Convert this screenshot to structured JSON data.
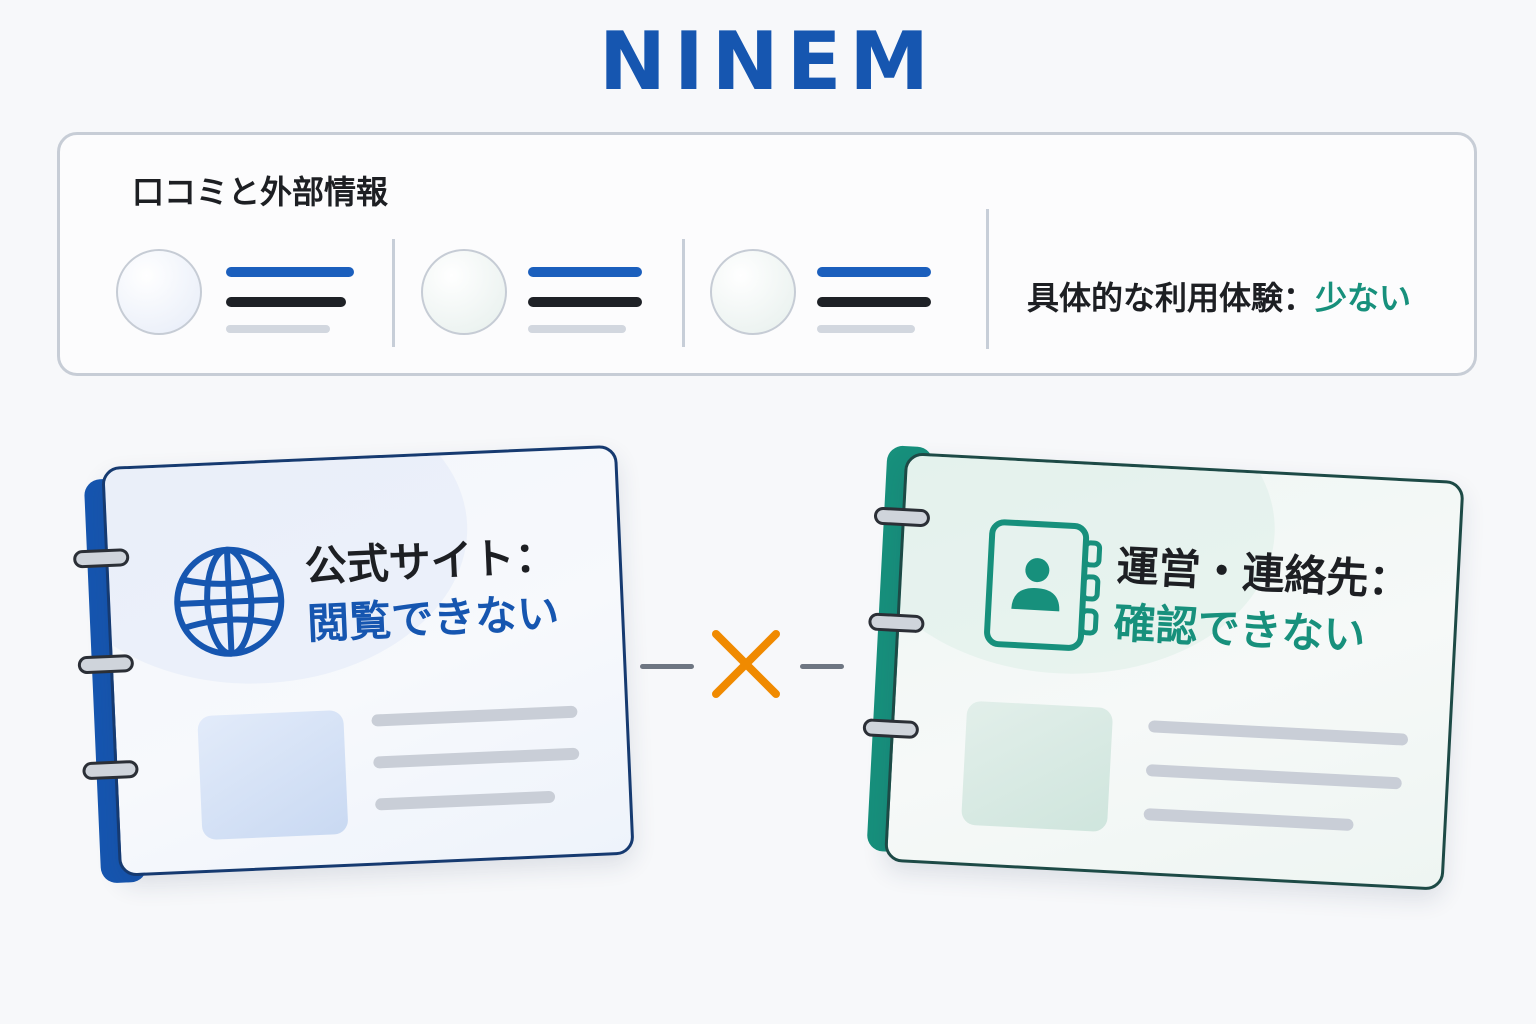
{
  "brand": {
    "name": "NINEM",
    "color": "#1656b0"
  },
  "review_panel": {
    "title": "口コミと外部情報",
    "reviews": [
      {
        "avatar": "avatar-placeholder",
        "accent": "#1b5fbd",
        "text": "#1e2126",
        "muted": "#c9ced8"
      },
      {
        "avatar": "avatar-placeholder",
        "accent": "#1b5fbd",
        "text": "#1e2126",
        "muted": "#c9ced8"
      },
      {
        "avatar": "avatar-placeholder",
        "accent": "#1b5fbd",
        "text": "#1e2126",
        "muted": "#c9ced8"
      }
    ],
    "experience_label": "具体的な利用体験：",
    "experience_value": "少ない",
    "experience_value_color": "#17907c"
  },
  "official_site_book": {
    "icon": "globe-icon",
    "label": "公式サイト：",
    "status": "閲覧できない",
    "accent": "#1656b0"
  },
  "contact_book": {
    "icon": "contact-book-icon",
    "label": "運営・連絡先：",
    "status": "確認できない",
    "accent": "#17907c"
  },
  "connector": {
    "icon": "x-mark-icon",
    "color": "#f08a00"
  }
}
